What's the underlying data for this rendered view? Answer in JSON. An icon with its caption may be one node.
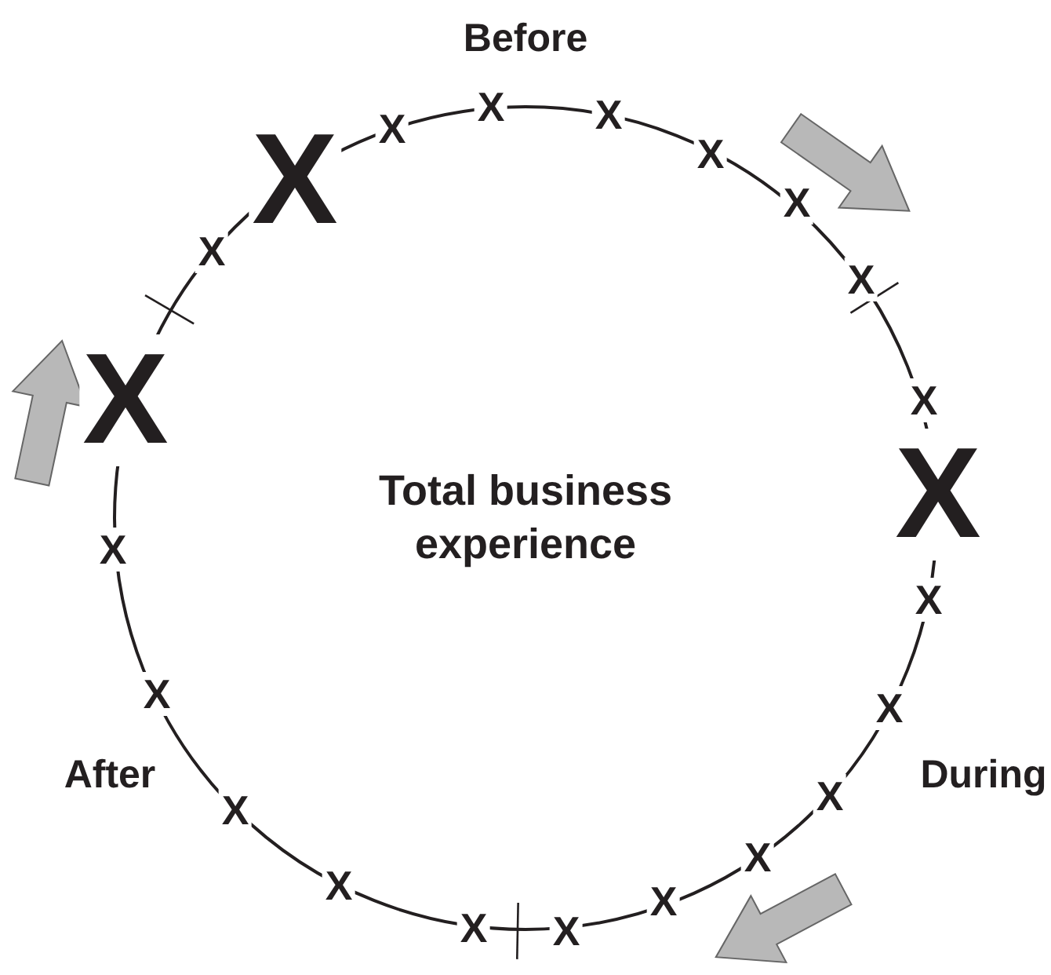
{
  "diagram": {
    "nodes": [
      {
        "text": [
          "Total business experience"
        ]
      }
    ],
    "edges": [],
    "labels": [
      "Before",
      "X",
      "X",
      "X",
      "X",
      "X",
      "X",
      "X",
      "X",
      "X",
      "X",
      "X",
      "X",
      "X",
      "X",
      "X",
      "X",
      "X",
      "X",
      "X",
      "X",
      "X",
      "X",
      "After",
      "During"
    ]
  }
}
